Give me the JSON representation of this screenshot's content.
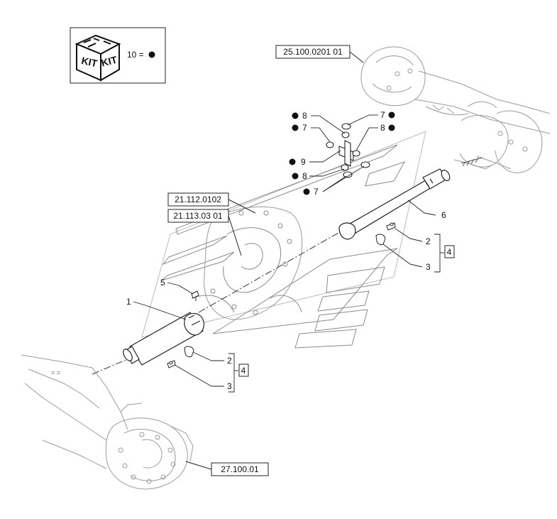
{
  "kit_legend": {
    "badge_left": "KIT",
    "badge_right": "KIT",
    "label": "10 ="
  },
  "references": {
    "front_axle": "25.100.0201 01",
    "ref_a": "21.112.0102",
    "ref_b": "21.113.03 01",
    "rear_axle": "27.100.01"
  },
  "callouts": {
    "c1": "1",
    "c2_upper": "2",
    "c3_upper": "3",
    "c4_upper": "4",
    "c2_lower": "2",
    "c3_lower": "3",
    "c4_lower": "4",
    "c5": "5",
    "c6": "6",
    "c7_a": "7",
    "c7_b": "7",
    "c7_c": "7",
    "c8_a": "8",
    "c8_b": "8",
    "c8_c": "8",
    "c9": "9"
  },
  "marks": {
    "double_tick": "= ="
  }
}
